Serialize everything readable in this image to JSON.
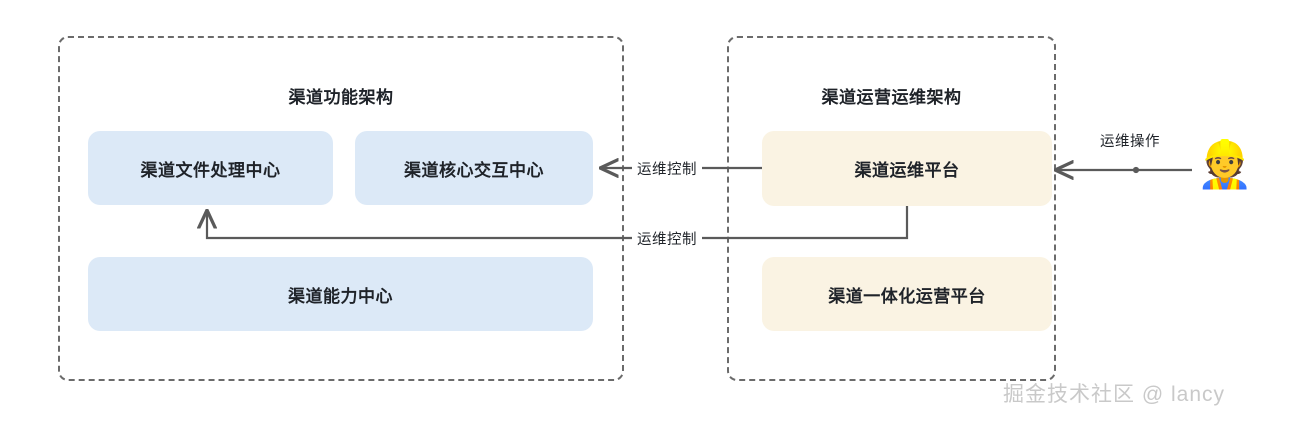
{
  "diagram": {
    "background": "#ffffff",
    "groups": [
      {
        "id": "function-architecture",
        "title": "渠道功能架构",
        "style": "dashed",
        "border_color": "#6b6b6b"
      },
      {
        "id": "ops-architecture",
        "title": "渠道运营运维架构",
        "style": "dashed",
        "border_color": "#6b6b6b"
      }
    ],
    "nodes": [
      {
        "id": "file-center",
        "label": "渠道文件处理中心",
        "fill": "#dce9f7"
      },
      {
        "id": "core-interaction-center",
        "label": "渠道核心交互中心",
        "fill": "#dce9f7"
      },
      {
        "id": "capability-center",
        "label": "渠道能力中心",
        "fill": "#dce9f7"
      },
      {
        "id": "ops-platform",
        "label": "渠道运维平台",
        "fill": "#faf3e3"
      },
      {
        "id": "integrated-ops-platform",
        "label": "渠道一体化运营平台",
        "fill": "#faf3e3"
      }
    ],
    "edges": [
      {
        "id": "ops-to-core-interaction",
        "label": "运维控制",
        "from": "ops-platform",
        "to": "core-interaction-center",
        "color": "#5a5a5a"
      },
      {
        "id": "ops-to-file-center",
        "label": "运维控制",
        "from": "ops-platform",
        "to": "file-center",
        "color": "#5a5a5a"
      },
      {
        "id": "operator-to-ops-platform",
        "label": "运维操作",
        "from": "operator",
        "to": "ops-platform",
        "color": "#5a5a5a"
      }
    ],
    "actor": {
      "id": "operator",
      "label": "运维操作",
      "icon": "mechanic-worker-icon",
      "glyph": "👷"
    },
    "watermark": "掘金技术社区 @ lancy"
  }
}
